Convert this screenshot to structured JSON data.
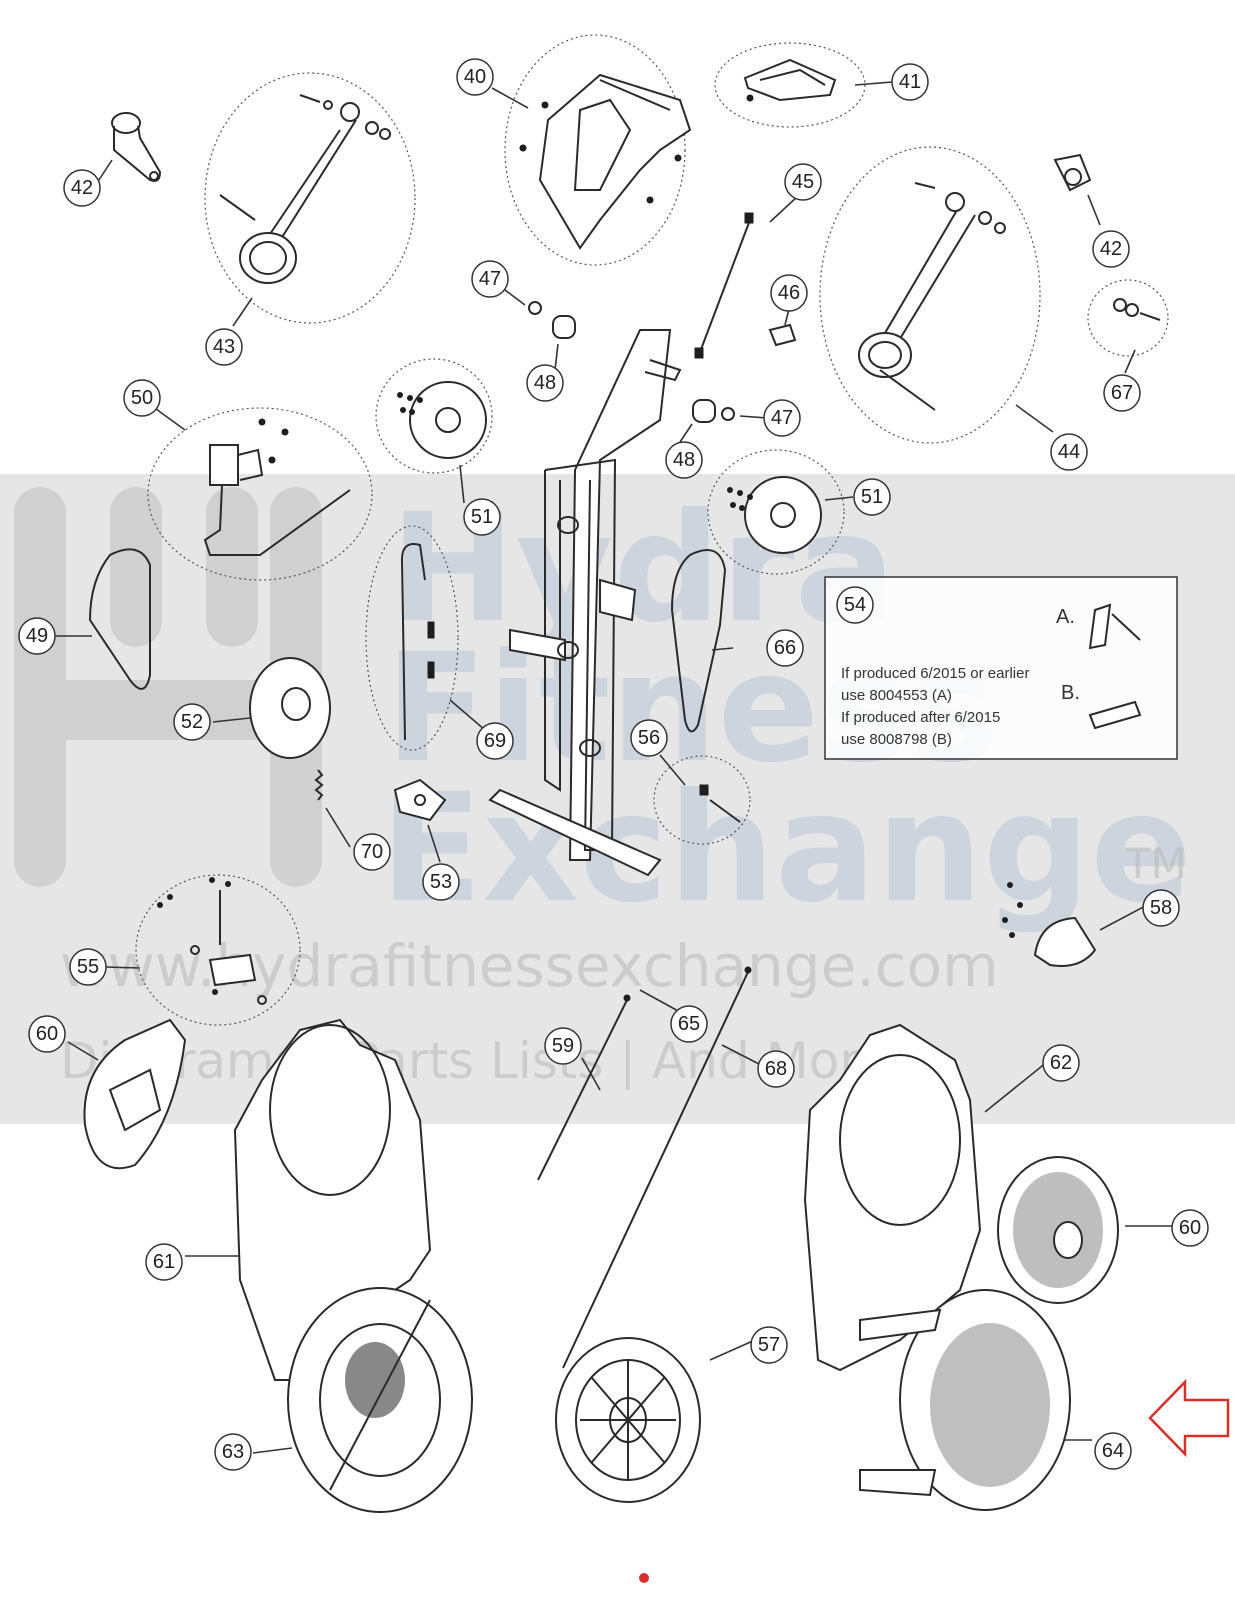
{
  "diagram": {
    "callouts": [
      {
        "id": "c40",
        "label": "40"
      },
      {
        "id": "c41",
        "label": "41"
      },
      {
        "id": "c42a",
        "label": "42"
      },
      {
        "id": "c42b",
        "label": "42"
      },
      {
        "id": "c43",
        "label": "43"
      },
      {
        "id": "c44",
        "label": "44"
      },
      {
        "id": "c45",
        "label": "45"
      },
      {
        "id": "c46",
        "label": "46"
      },
      {
        "id": "c47a",
        "label": "47"
      },
      {
        "id": "c47b",
        "label": "47"
      },
      {
        "id": "c48a",
        "label": "48"
      },
      {
        "id": "c48b",
        "label": "48"
      },
      {
        "id": "c49",
        "label": "49"
      },
      {
        "id": "c50",
        "label": "50"
      },
      {
        "id": "c51a",
        "label": "51"
      },
      {
        "id": "c51b",
        "label": "51"
      },
      {
        "id": "c52",
        "label": "52"
      },
      {
        "id": "c53",
        "label": "53"
      },
      {
        "id": "c54",
        "label": "54"
      },
      {
        "id": "c55",
        "label": "55"
      },
      {
        "id": "c56",
        "label": "56"
      },
      {
        "id": "c57",
        "label": "57"
      },
      {
        "id": "c58",
        "label": "58"
      },
      {
        "id": "c59",
        "label": "59"
      },
      {
        "id": "c60a",
        "label": "60"
      },
      {
        "id": "c60b",
        "label": "60"
      },
      {
        "id": "c61",
        "label": "61"
      },
      {
        "id": "c62",
        "label": "62"
      },
      {
        "id": "c63",
        "label": "63"
      },
      {
        "id": "c64",
        "label": "64"
      },
      {
        "id": "c65",
        "label": "65"
      },
      {
        "id": "c66",
        "label": "66"
      },
      {
        "id": "c67",
        "label": "67"
      },
      {
        "id": "c68",
        "label": "68"
      },
      {
        "id": "c69",
        "label": "69"
      },
      {
        "id": "c70",
        "label": "70"
      }
    ],
    "note_box": {
      "line1": "If produced 6/2015 or earlier",
      "line2": "use 8004553 (A)",
      "line3": "If produced after 6/2015",
      "line4": "use 8008798 (B)",
      "option_a": "A.",
      "option_b": "B."
    },
    "watermark": {
      "word1": "Hydra",
      "word2": "Fitness",
      "word3": "Exchange",
      "tm": "TM",
      "url": "www.hydrafitnessexchange.com",
      "tagline": "Diagrams | Parts Lists | And More"
    },
    "colors": {
      "line": "#2a2a2a",
      "watermark_band": "#e6e6e6",
      "highlight_arrow": "#d6302a"
    }
  }
}
